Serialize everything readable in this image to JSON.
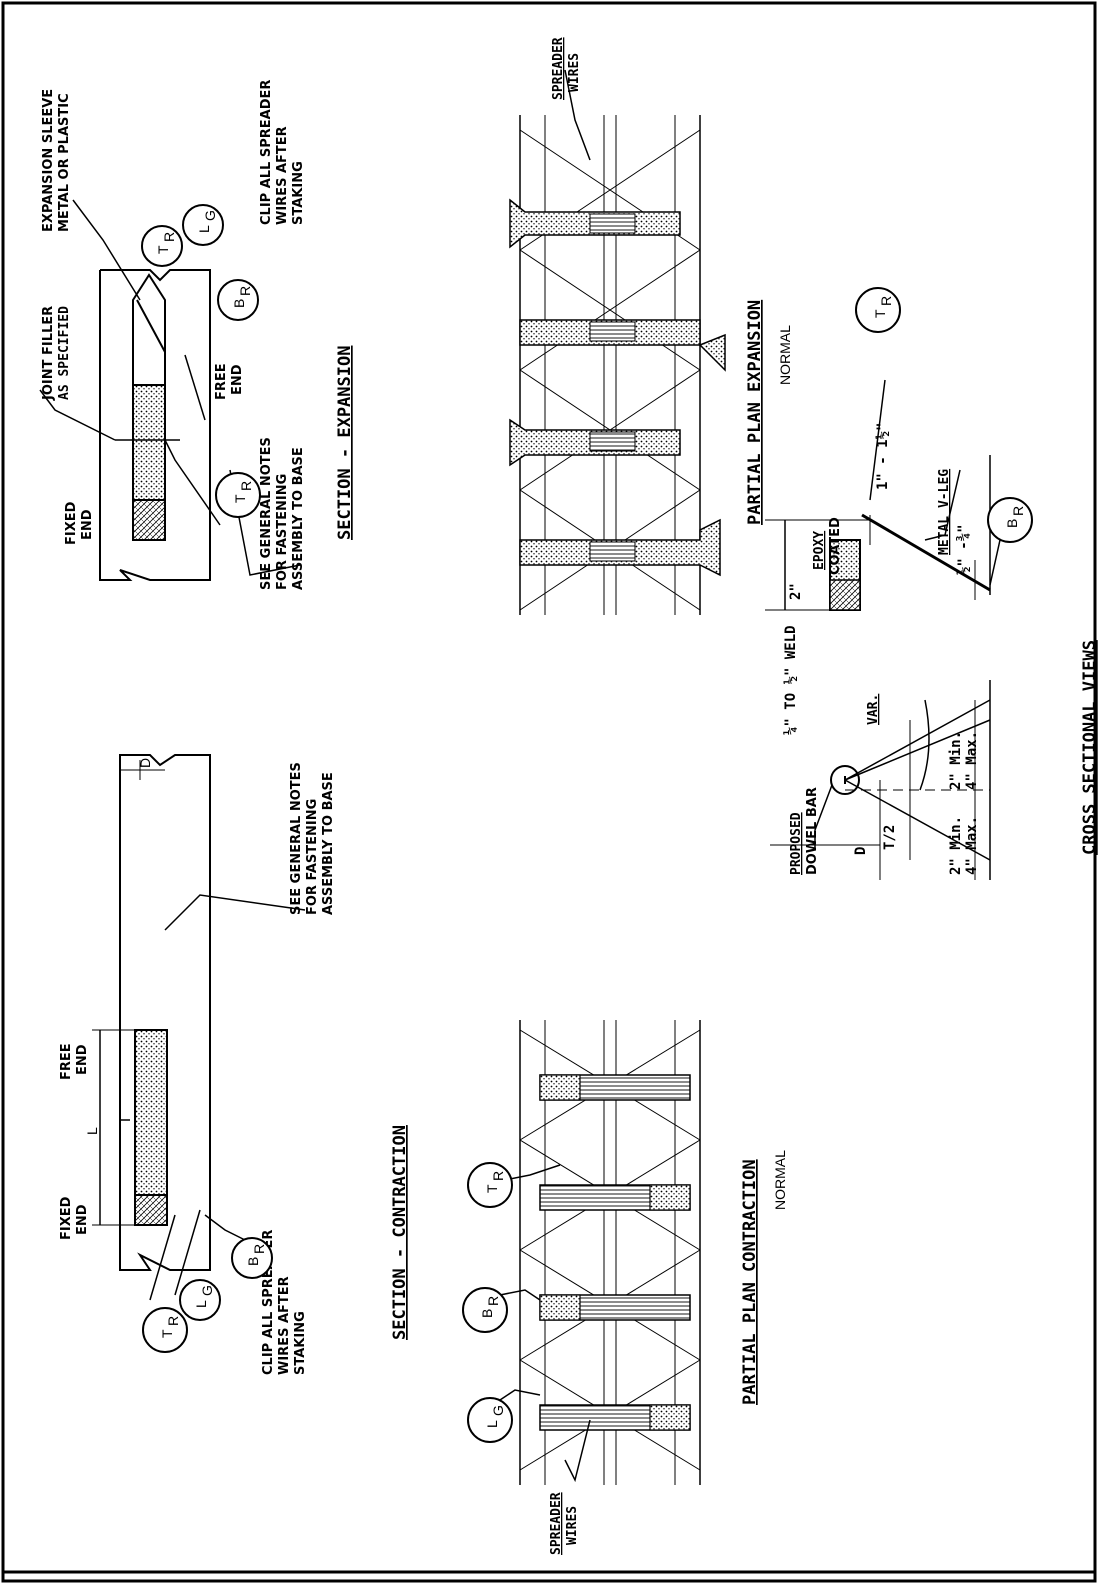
{
  "section_expansion": {
    "title": "SECTION - EXPANSION",
    "joint_filler_1": "JOINT FILLER",
    "joint_filler_2": "AS SPECIFIED",
    "sleeve_1": "EXPANSION SLEEVE",
    "sleeve_2": "METAL OR PLASTIC",
    "clip_1": "CLIP ALL SPREADER",
    "clip_2": "WIRES AFTER",
    "clip_3": "STAKING",
    "free_end_1": "FREE",
    "free_end_2": "END",
    "fixed_end_1": "FIXED",
    "fixed_end_2": "END",
    "notes_1": "SEE GENERAL NOTES",
    "notes_2": "FOR FASTENING",
    "notes_3": "ASSEMBLY TO BASE",
    "tr": "T",
    "tr_sub": "R",
    "lg": "L",
    "lg_sub": "G",
    "br": "B",
    "br_sub": "R"
  },
  "section_contraction": {
    "title": "SECTION - CONTRACTION",
    "fixed_end_1": "FIXED",
    "fixed_end_2": "END",
    "free_end_1": "FREE",
    "free_end_2": "END",
    "length": "L",
    "depth": "D",
    "notes_1": "SEE GENERAL NOTES",
    "notes_2": "FOR FASTENING",
    "notes_3": "ASSEMBLY TO BASE",
    "clip_1": "CLIP ALL SPREADER",
    "clip_2": "WIRES AFTER",
    "clip_3": "STAKING",
    "tr": "T",
    "tr_sub": "R",
    "lg": "L",
    "lg_sub": "G",
    "br": "B",
    "br_sub": "R"
  },
  "partial_plan_expansion": {
    "title": "PARTIAL PLAN EXPANSION",
    "subtitle": "NORMAL",
    "spreader_1": "SPREADER",
    "spreader_2": "WIRES"
  },
  "partial_plan_contraction": {
    "title": "PARTIAL PLAN CONTRACTION",
    "subtitle": "NORMAL",
    "spreader_1": "SPREADER",
    "spreader_2": "WIRES",
    "tr": "T",
    "tr_sub": "R",
    "br": "B",
    "br_sub": "R",
    "lg": "L",
    "lg_sub": "G"
  },
  "cross_sectional": {
    "title": "CROSS SECTIONAL VIEWS",
    "epoxy_1": "EPOXY",
    "epoxy_2": "COATED",
    "metal_vleg": "METAL V-LEG",
    "dim_2in": "2\"",
    "dim_1to1half": "1\" - 1½\"",
    "dim_half_3q": "½\" -¾\"",
    "weld": "¼\" TO ½\" WELD",
    "var": "VAR.",
    "proposed_1": "PROPOSED",
    "proposed_2": "DOWEL BAR",
    "t2": "T/2",
    "d": "D",
    "min_2_a": "2\" Min.",
    "max_4_a": "4\" Max.",
    "min_2_b": "2\" Min.",
    "max_4_b": "4\" Max.",
    "tr": "T",
    "tr_sub": "R",
    "br": "B",
    "br_sub": "R"
  }
}
